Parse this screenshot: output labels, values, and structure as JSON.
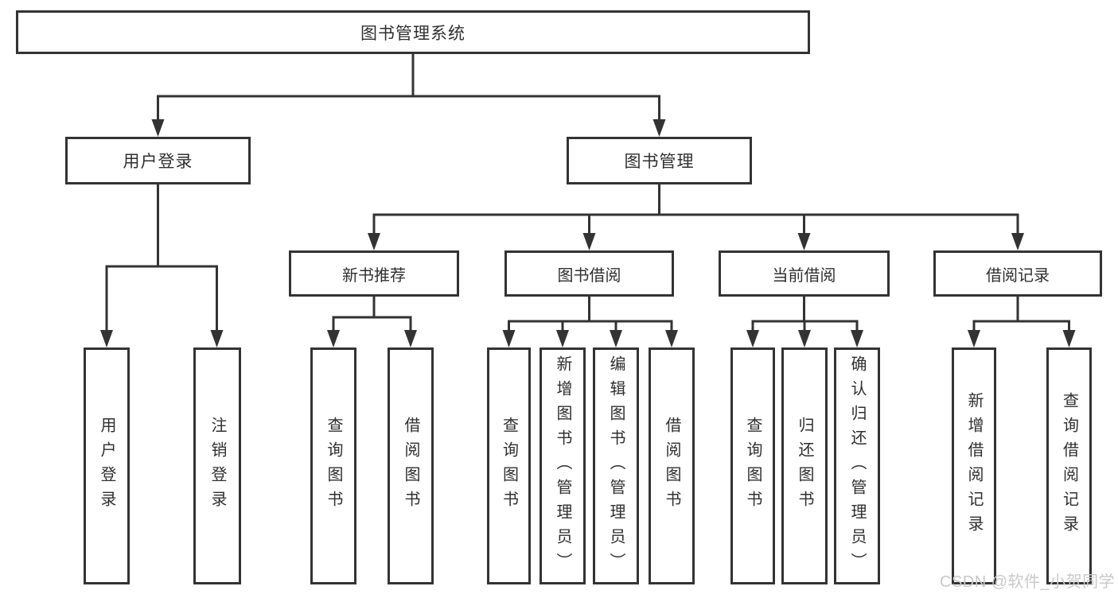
{
  "diagram": {
    "type": "hierarchy-chart",
    "title": "图书管理系统",
    "colors": {
      "line": "#333333",
      "box_border": "#333333",
      "box_background": "#ffffff",
      "text": "#2f2f2f",
      "watermark": "#c9c9c9"
    },
    "nodes": {
      "root": {
        "label": "图书管理系统"
      },
      "level2": [
        {
          "label": "用户登录",
          "parent": "图书管理系统"
        },
        {
          "label": "图书管理",
          "parent": "图书管理系统"
        }
      ],
      "level3": [
        {
          "label": "新书推荐",
          "parent": "图书管理"
        },
        {
          "label": "图书借阅",
          "parent": "图书管理"
        },
        {
          "label": "当前借阅",
          "parent": "图书管理"
        },
        {
          "label": "借阅记录",
          "parent": "图书管理"
        }
      ],
      "leaves": [
        {
          "label": "用户登录",
          "parent": "用户登录"
        },
        {
          "label": "注销登录",
          "parent": "用户登录"
        },
        {
          "label": "查询图书",
          "parent": "新书推荐"
        },
        {
          "label": "借阅图书",
          "parent": "新书推荐"
        },
        {
          "label": "查询图书",
          "parent": "图书借阅"
        },
        {
          "label": "新增图书（管理员）",
          "parent": "图书借阅"
        },
        {
          "label": "编辑图书（管理员）",
          "parent": "图书借阅"
        },
        {
          "label": "借阅图书",
          "parent": "图书借阅"
        },
        {
          "label": "查询图书",
          "parent": "当前借阅"
        },
        {
          "label": "归还图书",
          "parent": "当前借阅"
        },
        {
          "label": "确认归还（管理员）",
          "parent": "当前借阅"
        },
        {
          "label": "新增借阅记录",
          "parent": "借阅记录"
        },
        {
          "label": "查询借阅记录",
          "parent": "借阅记录"
        }
      ]
    }
  },
  "watermark": {
    "text": "CSDN @软件_小贺同学"
  }
}
